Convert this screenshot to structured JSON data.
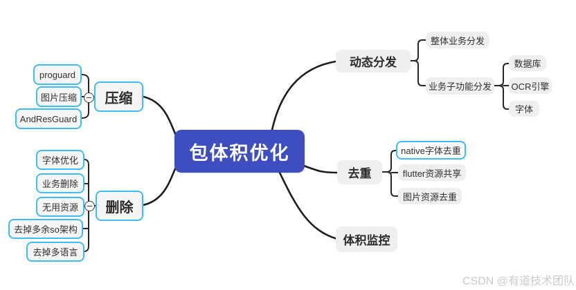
{
  "mindmap": {
    "root": {
      "label": "包体积优化"
    },
    "branches": [
      {
        "id": "compress",
        "label": "压缩",
        "children": [
          "proguard",
          "图片压缩",
          "AndResGuard"
        ]
      },
      {
        "id": "delete",
        "label": "删除",
        "children": [
          "字体优化",
          "业务删除",
          "无用资源",
          "去掉多余so架构",
          "去掉多语言"
        ]
      },
      {
        "id": "dynamic-distribution",
        "label": "动态分发",
        "children": [
          {
            "label": "整体业务分发"
          },
          {
            "label": "业务子功能分发",
            "children": [
              "数据库",
              "OCR引擎",
              "字体"
            ]
          }
        ]
      },
      {
        "id": "dedup",
        "label": "去重",
        "children": [
          "native字体去重",
          "flutter资源共享",
          "图片资源去重"
        ]
      },
      {
        "id": "size-monitor",
        "label": "体积监控",
        "children": []
      }
    ]
  },
  "icons": {
    "collapse": "minus-circle"
  },
  "colors": {
    "center_fill": "#3e4ec0",
    "center_text": "#ffffff",
    "node_fill": "#efefef",
    "highlight_border": "#3ebcf4",
    "connector": "#1c1c1c",
    "watermark": "#cbcbcb"
  },
  "watermark": {
    "text": "CSDN @有道技术团队"
  }
}
